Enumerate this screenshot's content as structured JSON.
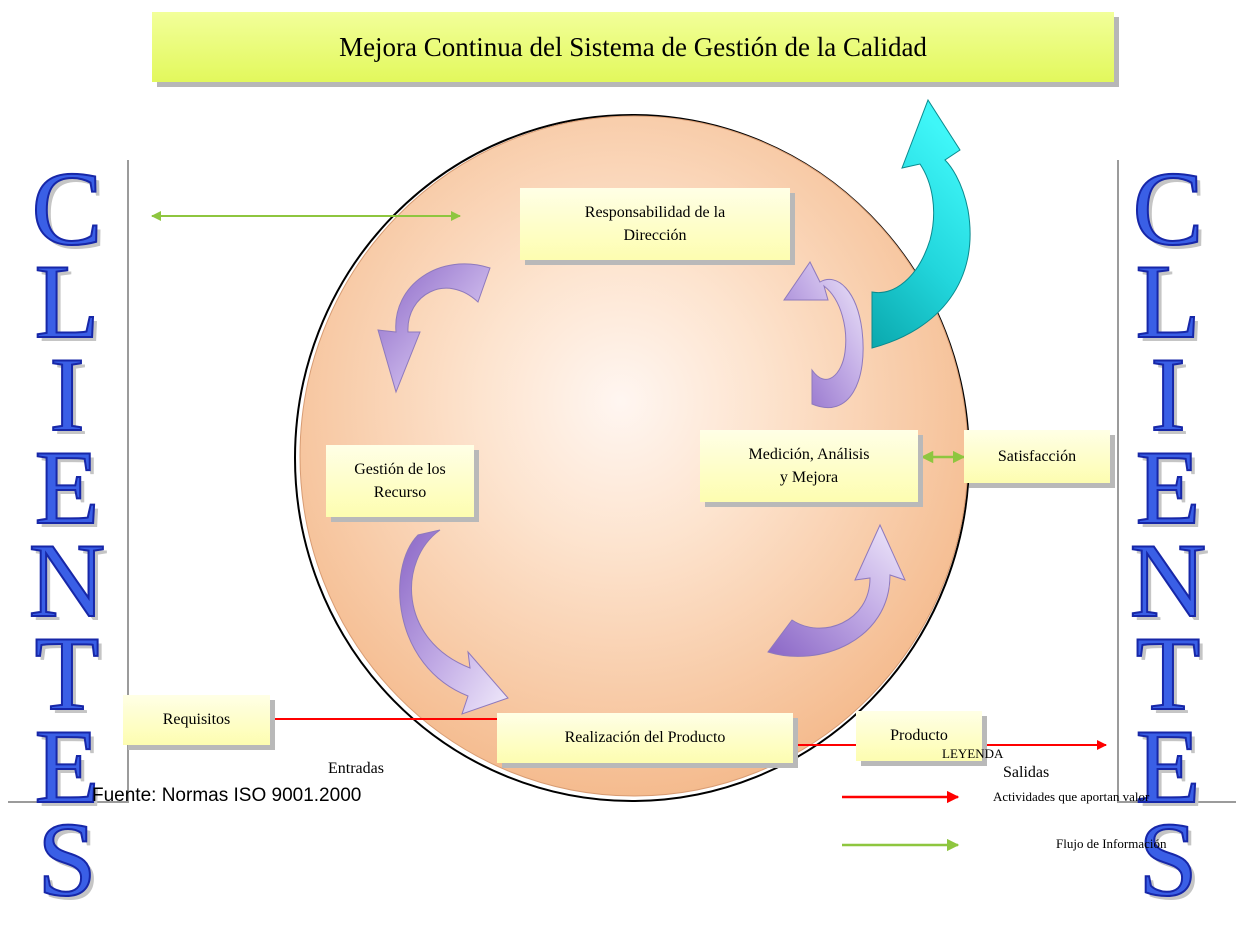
{
  "title": "Mejora Continua del Sistema de Gestión de la Calidad",
  "clientes_letters": [
    "C",
    "L",
    "I",
    "E",
    "N",
    "T",
    "E",
    "S"
  ],
  "boxes": {
    "responsabilidad": "Responsabilidad de la\nDirección",
    "gestion": "Gestión de los\nRecurso",
    "medicion": "Medición, Análisis\ny Mejora",
    "satisfaccion": "Satisfacción",
    "requisitos": "Requisitos",
    "realizacion": "Realización del Producto",
    "producto": "Producto"
  },
  "labels": {
    "entradas": "Entradas",
    "salidas": "Salidas"
  },
  "source": "Fuente: Normas ISO 9001.2000",
  "legend": {
    "title": "LEYENDA",
    "value_activities": "Actividades que aportan valor",
    "info_flow": "Flujo de Información"
  },
  "colors": {
    "value_arrow": "#ff0000",
    "info_arrow": "#8ec63f",
    "circle": "#f6bf93",
    "process_arrow": "#9a7bd0",
    "improvement_arrow": "#12c8cc",
    "clientes": "#3a5fe6"
  }
}
